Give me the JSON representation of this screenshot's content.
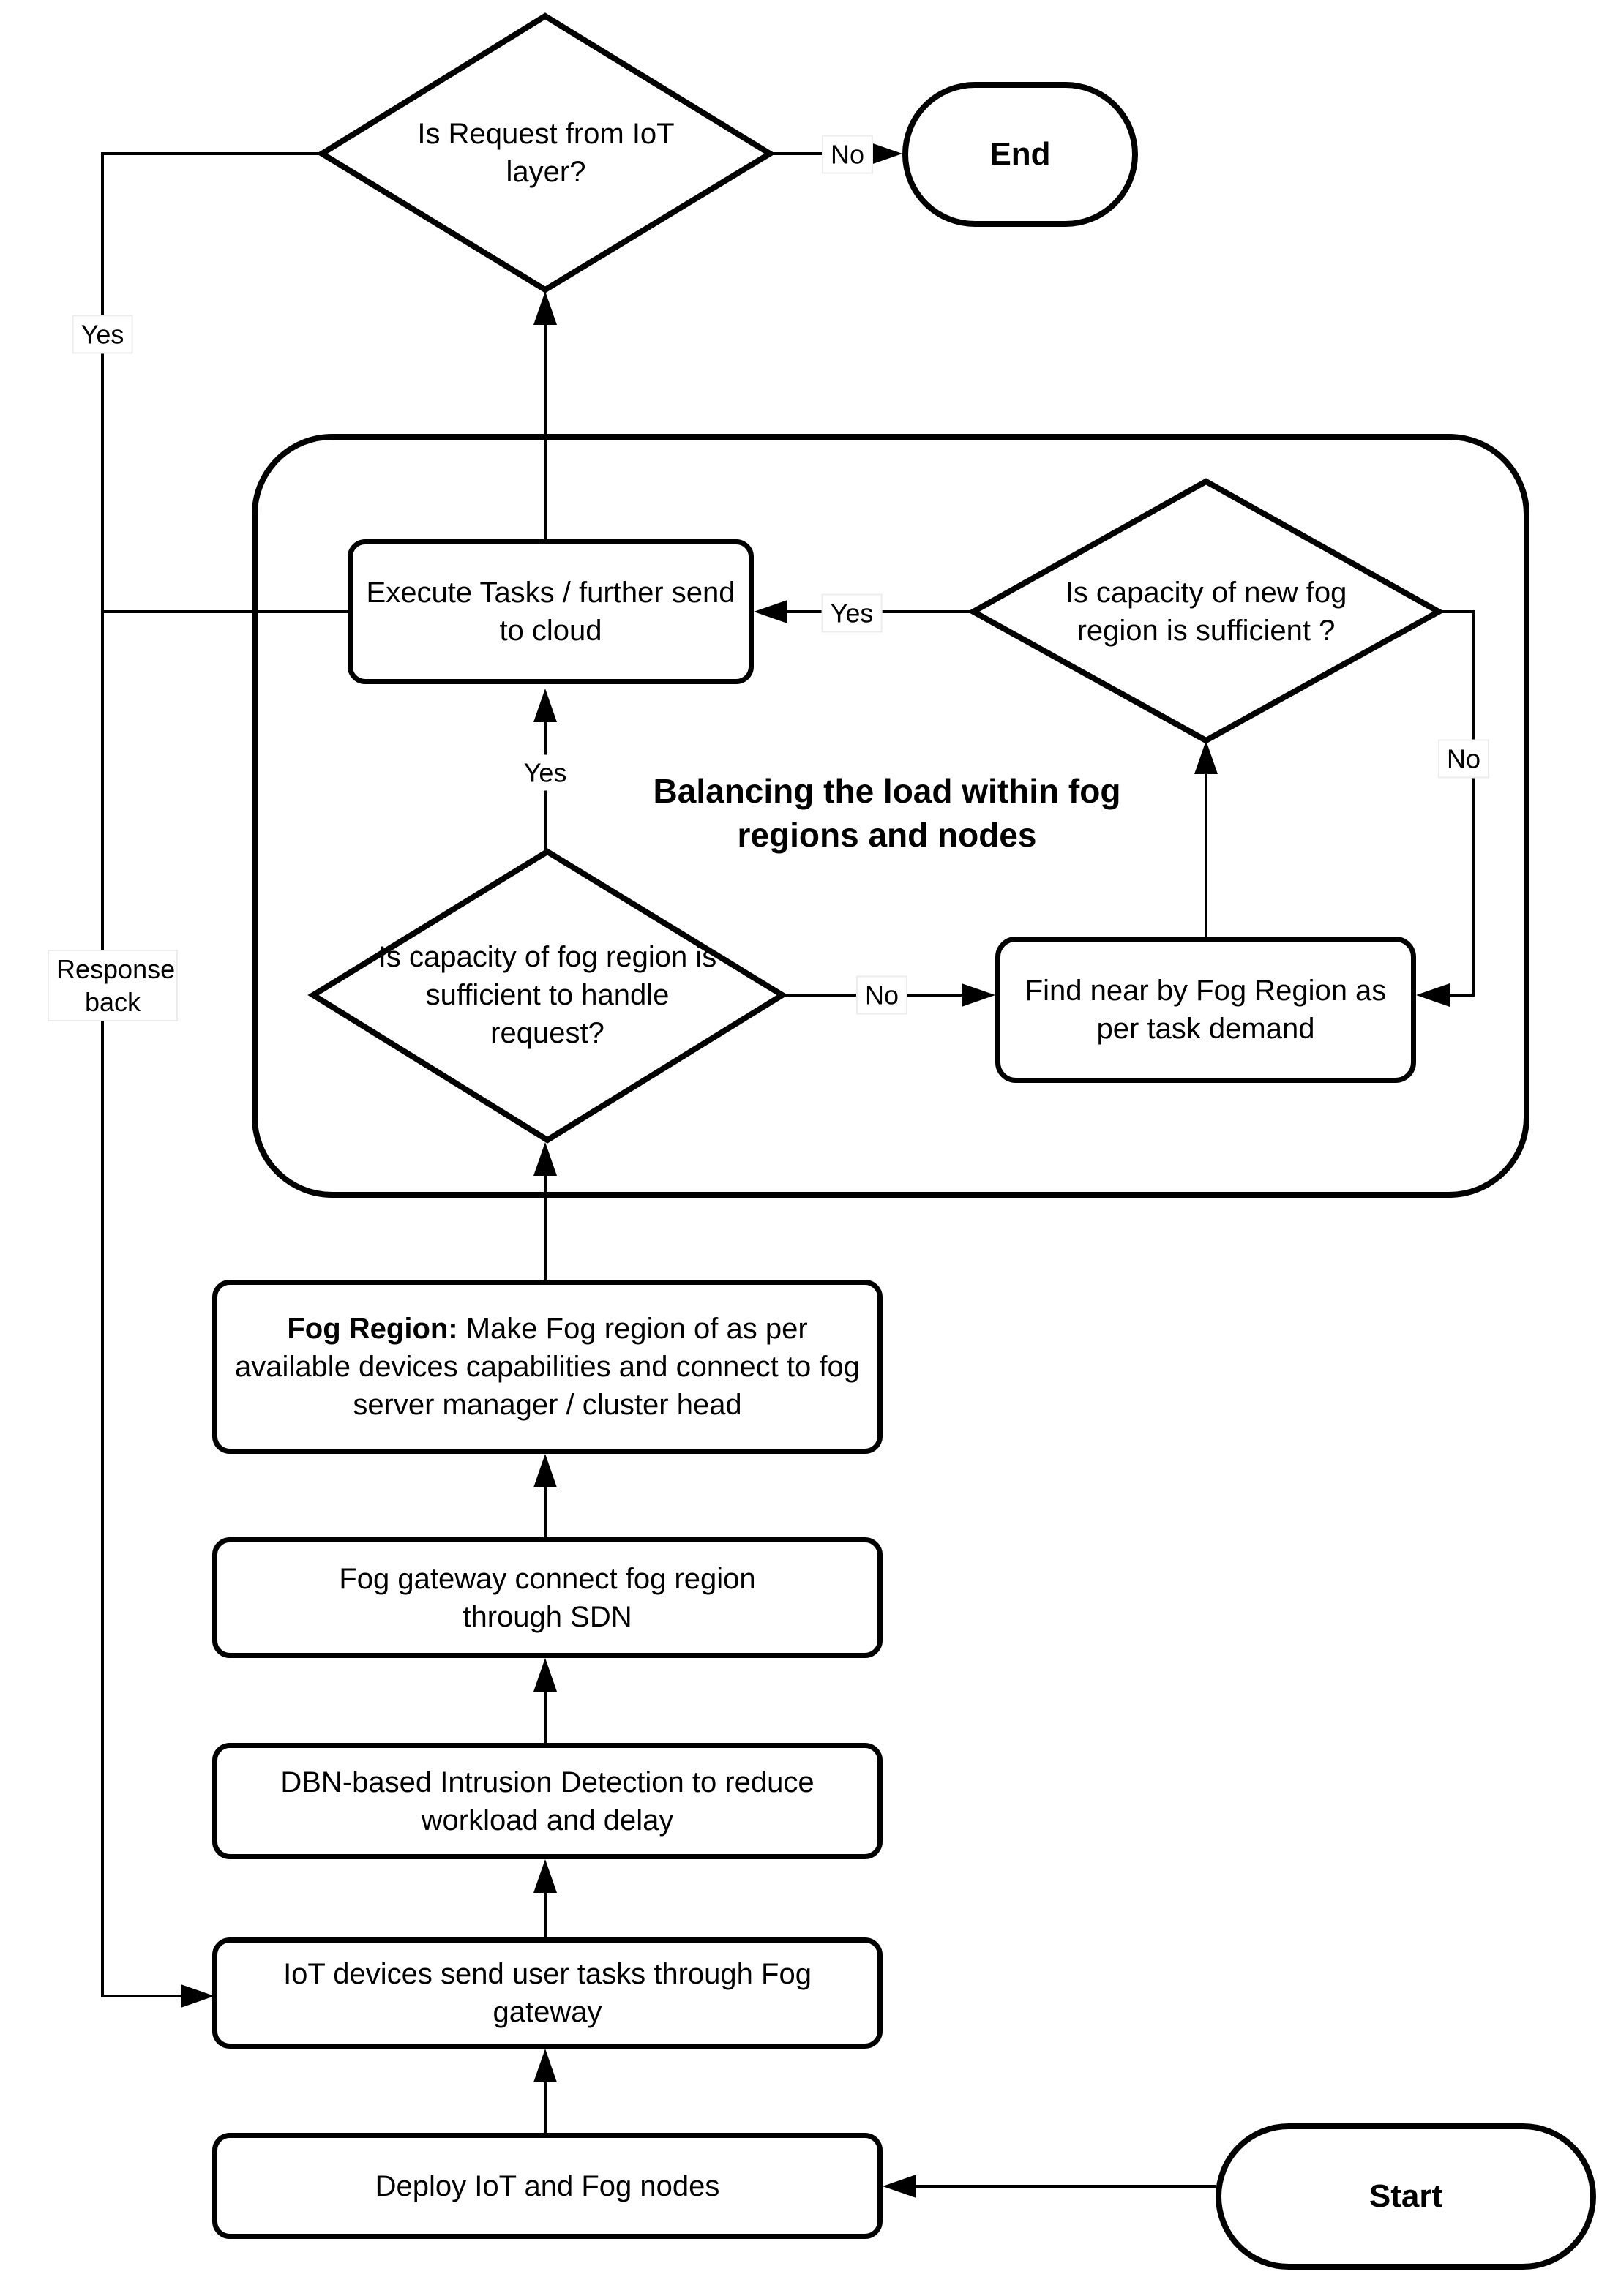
{
  "nodes": {
    "start": {
      "label": "Start"
    },
    "end": {
      "label": "End"
    },
    "deploy": {
      "label": "Deploy IoT and Fog  nodes"
    },
    "iot_devices": {
      "label": "IoT devices send user tasks through Fog gateway"
    },
    "dbn": {
      "label": "DBN-based Intrusion Detection to reduce workload and delay"
    },
    "fog_gateway": {
      "label": "Fog gateway connect fog region through SDN"
    },
    "fog_region": {
      "title": "Fog Region:",
      "text": " Make Fog region of as per available devices capabilities and connect to fog server manager / cluster head"
    },
    "execute": {
      "label": "Execute Tasks / further send to cloud"
    },
    "find_region": {
      "label": "Find near by Fog Region as per task demand"
    },
    "decision_request_iot": {
      "label": "Is Request from IoT layer?"
    },
    "decision_new_fog": {
      "label": "Is capacity of new fog region is sufficient ?"
    },
    "decision_fog_capacity": {
      "label": "Is capacity of fog region is sufficient to handle request?"
    }
  },
  "group": {
    "title": "Balancing the load within fog regions and nodes"
  },
  "edge_labels": {
    "yes_response_line": "Yes",
    "response_back": "Response back",
    "no_to_end": "No",
    "yes_to_execute_top": "Yes",
    "yes_new_fog_to_execute": "Yes",
    "no_to_find_region": "No",
    "no_new_fog_path": "No"
  },
  "colors": {
    "line": "#000000",
    "shape_fill": "#ffffff",
    "background": "#ffffff"
  }
}
